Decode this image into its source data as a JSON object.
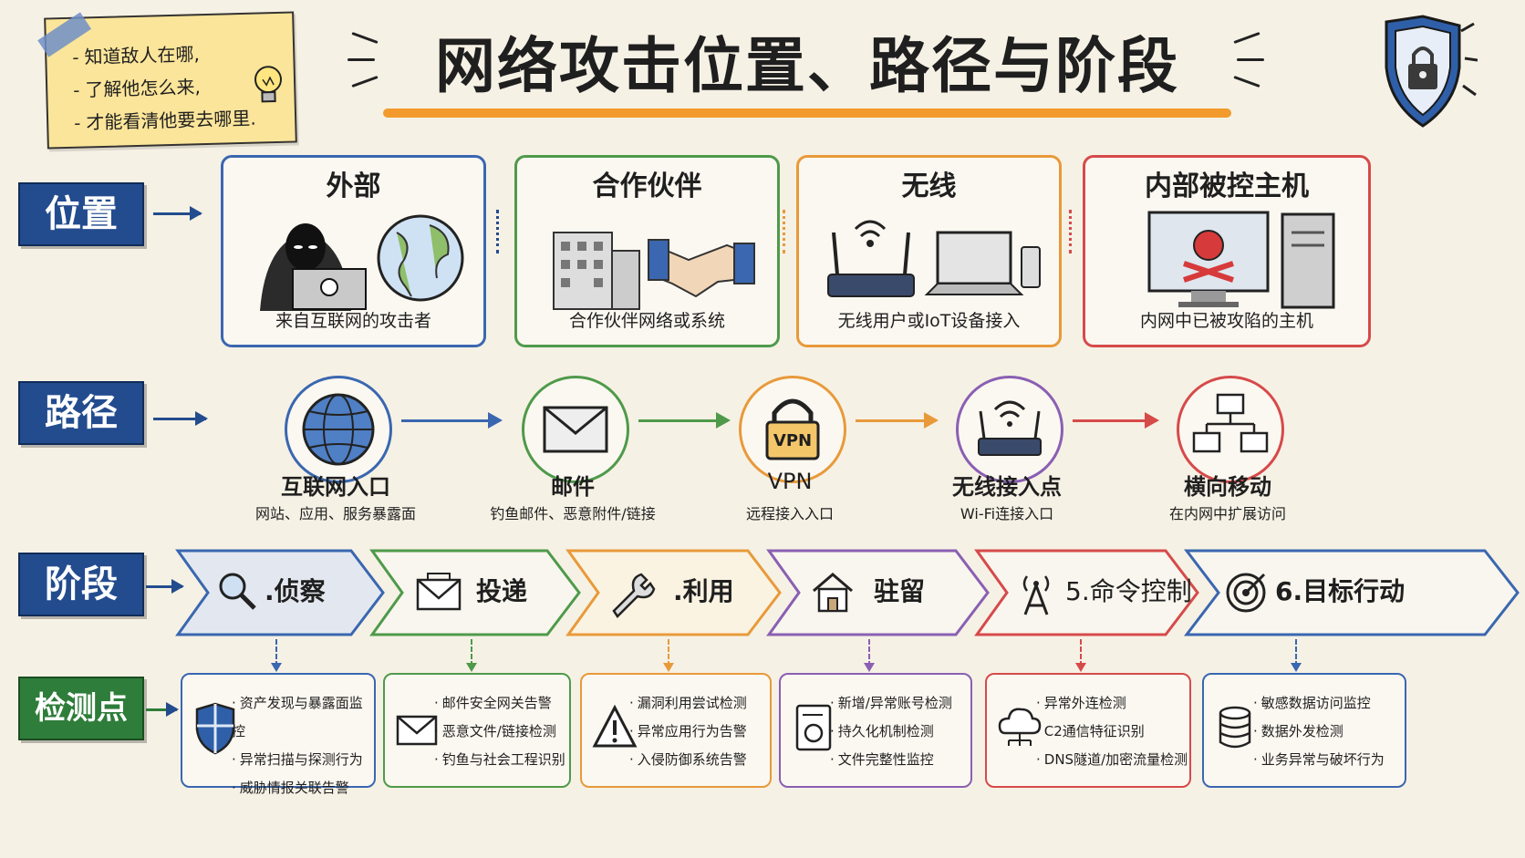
{
  "note": {
    "lines": [
      "知道敌人在哪,",
      "了解他怎么来,",
      "才能看清他要去哪里."
    ]
  },
  "title": "网络攻击位置、路径与阶段",
  "side_labels": {
    "location": "位置",
    "path": "路径",
    "stage": "阶段",
    "detection": "检测点"
  },
  "locations": [
    {
      "title": "外部",
      "desc": "来自互联网的攻击者",
      "color": "#3a67b0"
    },
    {
      "title": "合作伙伴",
      "desc": "合作伙伴网络或系统",
      "color": "#4e9a4a"
    },
    {
      "title": "无线",
      "desc": "无线用户或IoT设备接入",
      "color": "#e89a3a"
    },
    {
      "title": "内部被控主机",
      "desc": "内网中已被攻陷的主机",
      "color": "#d64a4a"
    }
  ],
  "paths": [
    {
      "title": "互联网入口",
      "desc": "网站、应用、服务暴露面",
      "color": "#3a67b0",
      "icon_text": ""
    },
    {
      "title": "邮件",
      "desc": "钓鱼邮件、恶意附件/链接",
      "color": "#4e9a4a",
      "icon_text": ""
    },
    {
      "title": "VPN",
      "desc": "远程接入入口",
      "color": "#e89a3a",
      "icon_text": "VPN"
    },
    {
      "title": "无线接入点",
      "desc": "Wi-Fi连接入口",
      "color": "#8a5fb3",
      "icon_text": ""
    },
    {
      "title": "横向移动",
      "desc": "在内网中扩展访问",
      "color": "#d64a4a",
      "icon_text": ""
    }
  ],
  "stages": [
    {
      "label": ".侦察",
      "color": "#3a67b0",
      "fill": "#e3e8f0"
    },
    {
      "label": "投递",
      "color": "#4e9a4a",
      "fill": "#f8f6ee"
    },
    {
      "label": ".利用",
      "color": "#e89a3a",
      "fill": "#fbf3e2"
    },
    {
      "label": "驻留",
      "color": "#8a5fb3",
      "fill": "#f8f6ee"
    },
    {
      "label": "5.命令控制",
      "color": "#d64a4a",
      "fill": "#f8f6ee"
    },
    {
      "label": "6.目标行动",
      "color": "#3a67b0",
      "fill": "#f8f6ee"
    }
  ],
  "detections": [
    {
      "color": "#3a67b0",
      "items": [
        "资产发现与暴露面监控",
        "异常扫描与探测行为",
        "威胁情报关联告警"
      ]
    },
    {
      "color": "#4e9a4a",
      "items": [
        "邮件安全网关告警",
        "恶意文件/链接检测",
        "钓鱼与社会工程识别"
      ]
    },
    {
      "color": "#e89a3a",
      "items": [
        "漏洞利用尝试检测",
        "异常应用行为告警",
        "入侵防御系统告警"
      ]
    },
    {
      "color": "#8a5fb3",
      "items": [
        "新增/异常账号检测",
        "持久化机制检测",
        "文件完整性监控"
      ]
    },
    {
      "color": "#d64a4a",
      "items": [
        "异常外连检测",
        "C2通信特征识别",
        "DNS隧道/加密流量检测"
      ]
    },
    {
      "color": "#3a67b0",
      "items": [
        "敏感数据访问监控",
        "数据外发检测",
        "业务异常与破坏行为"
      ]
    }
  ]
}
